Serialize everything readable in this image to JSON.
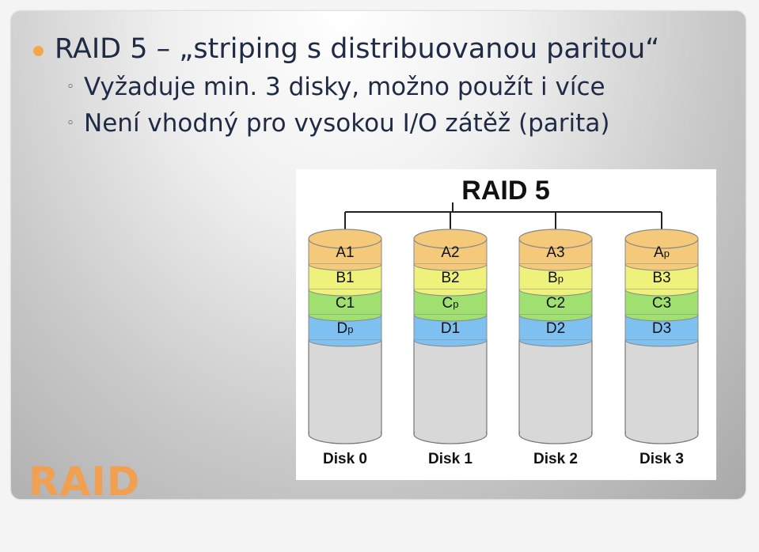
{
  "slide": {
    "title_bullet": "RAID 5 – „striping s distribuovanou paritou“",
    "sub_bullets": [
      "Vyžaduje min. 3 disky, možno použít i více",
      "Není vhodný pro vysokou I/O zátěž (parita)"
    ],
    "footer": "RAID",
    "bullet_marker": "◦"
  },
  "diagram": {
    "title": "RAID 5",
    "disks": [
      {
        "label": "Disk 0",
        "blocks": [
          "A1",
          "B1",
          "C1",
          "Dp"
        ]
      },
      {
        "label": "Disk 1",
        "blocks": [
          "A2",
          "B2",
          "Cp",
          "D1"
        ]
      },
      {
        "label": "Disk 2",
        "blocks": [
          "A3",
          "Bp",
          "C2",
          "D2"
        ]
      },
      {
        "label": "Disk 3",
        "blocks": [
          "Ap",
          "B3",
          "C3",
          "D3"
        ]
      }
    ],
    "colors": {
      "row_A": "#f5c97a",
      "row_B": "#eef27a",
      "row_C": "#9fe070",
      "row_D": "#7ec0f0",
      "disk_body": "#d8d8d8",
      "accent": "#f6a64a",
      "footer_color": "#f0a050"
    }
  }
}
